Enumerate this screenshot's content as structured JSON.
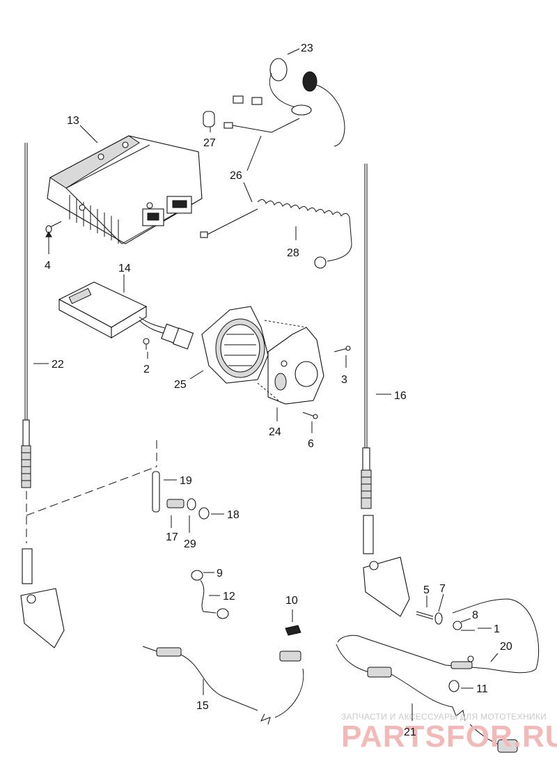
{
  "labels": {
    "l1": "1",
    "l2": "2",
    "l3": "3",
    "l4": "4",
    "l5": "5",
    "l6": "6",
    "l7": "7",
    "l8": "8",
    "l9": "9",
    "l10": "10",
    "l11": "11",
    "l12": "12",
    "l13": "13",
    "l14": "14",
    "l15": "15",
    "l16": "16",
    "l17": "17",
    "l18": "18",
    "l19": "19",
    "l20": "20",
    "l21": "21",
    "l22": "22",
    "l23": "23",
    "l24": "24",
    "l25": "25",
    "l26": "26",
    "l27": "27",
    "l28": "28",
    "l29": "29"
  },
  "watermark": {
    "line1": "ЗАПЧАСТИ И АКСЕССУАРЫ ДЛЯ МОТОТЕХНИКИ",
    "line2": "PARTSFOR.RU"
  }
}
